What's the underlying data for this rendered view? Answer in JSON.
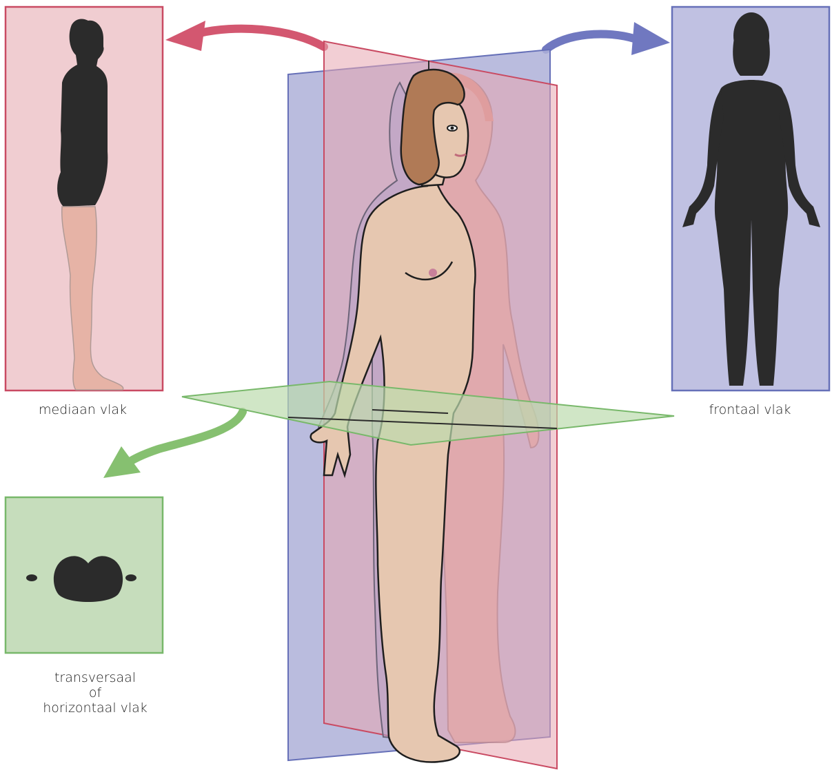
{
  "labels": {
    "median": "mediaan vlak",
    "frontal": "frontaal vlak",
    "transverse_line1": "transversaal",
    "transverse_line2": "of",
    "transverse_line3": "horizontaal vlak"
  },
  "colors": {
    "median_plane": "#e8a6b0",
    "median_stroke": "#c94a62",
    "frontal_plane": "#aeb0d8",
    "frontal_stroke": "#6670b8",
    "transverse_plane": "#bcdcae",
    "transverse_stroke": "#78b86a",
    "skin": "#e6c7b0",
    "hair": "#b07a56",
    "silhouette": "#2b2b2b"
  }
}
